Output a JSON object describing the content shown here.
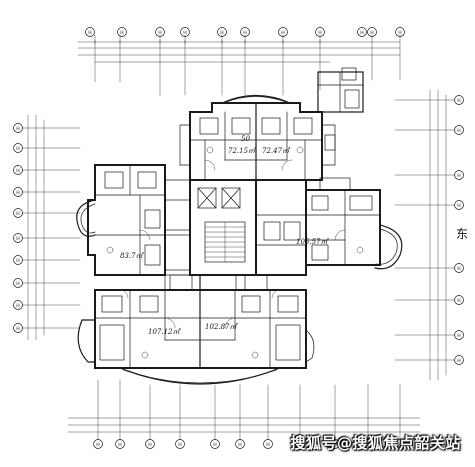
{
  "grid_bubbles": {
    "top": [
      "H",
      "H",
      "H",
      "H",
      "H",
      "H",
      "H",
      "H",
      "H",
      "H",
      "H"
    ],
    "bottom": [
      "H",
      "H",
      "H",
      "H",
      "H",
      "H",
      "H",
      "H",
      "H",
      "H",
      "H"
    ],
    "left": [
      "H",
      "H",
      "H",
      "H",
      "H",
      "H",
      "H",
      "H",
      "H",
      "H"
    ],
    "right": [
      "H",
      "H",
      "H",
      "H",
      "H",
      "H",
      "H",
      "H"
    ]
  },
  "units": {
    "top_left_area": "72.15㎡",
    "top_right_area": "72.47㎡",
    "left_area": "83.7㎡",
    "right_area": "105.57㎡",
    "bottom_left_area": "107.12㎡",
    "bottom_right_area": "102.87㎡",
    "top_mark": "50"
  },
  "side_label": "东",
  "watermark": "搜狐号@搜狐焦点韶关站"
}
